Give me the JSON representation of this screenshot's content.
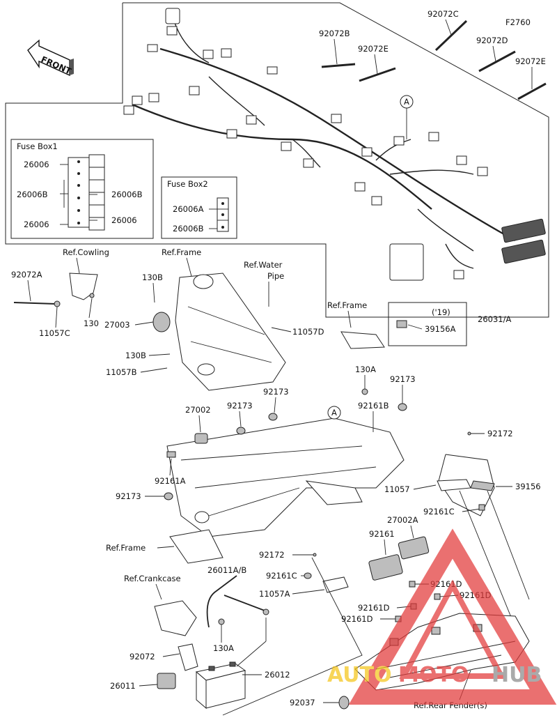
{
  "figure_code": "F2760",
  "front_label": "FRONT",
  "fuse_box1": {
    "title": "Fuse Box1",
    "labels": [
      "26006",
      "26006B",
      "26006B",
      "26006",
      "26006"
    ]
  },
  "fuse_box2": {
    "title": "Fuse Box2",
    "labels": [
      "26006A",
      "26006B"
    ]
  },
  "callouts": {
    "c92072C": "92072C",
    "c92072B": "92072B",
    "c92072E_a": "92072E",
    "c92072D": "92072D",
    "c92072E_b": "92072E",
    "marker_A1": "A",
    "c26031A": "26031/A",
    "ref_cowling": "Ref.Cowling",
    "ref_frame1": "Ref.Frame",
    "ref_water": "Ref.Water",
    "ref_pipe": "Pipe",
    "c92072A": "92072A",
    "c11057C": "11057C",
    "c130": "130",
    "c130B_a": "130B",
    "c27003": "27003",
    "c130B_b": "130B",
    "c11057B": "11057B",
    "c11057D": "11057D",
    "ref_frame2": "Ref.Frame",
    "year": "('19)",
    "c39156A": "39156A",
    "c130A_a": "130A",
    "c92173_a": "92173",
    "c92161B": "92161B",
    "c92173_b": "92173",
    "c27002": "27002",
    "c92173_c": "92173",
    "marker_A2": "A",
    "c92172_a": "92172",
    "c92161A": "92161A",
    "c92173_d": "92173",
    "c11057": "11057",
    "c39156": "39156",
    "c92161C_a": "92161C",
    "c27002A": "27002A",
    "ref_frame3": "Ref.Frame",
    "c92161": "92161",
    "c92172_b": "92172",
    "c92161C_b": "92161C",
    "c92161D_a": "92161D",
    "c92161D_b": "92161D",
    "c11057A": "11057A",
    "c92161D_c": "92161D",
    "c92161D_d": "92161D",
    "ref_crankcase": "Ref.Crankcase",
    "c26011AB": "26011A/B",
    "c130A_b": "130A",
    "c92072": "92072",
    "c26012": "26012",
    "c26011": "26011",
    "c92037": "92037",
    "ref_rear_fender": "Ref.Rear Fender(s)"
  },
  "watermark": {
    "text_a": "AUTO",
    "text_b": "MOTO",
    "text_c": "HUB",
    "colors": {
      "red": "#e23a3a",
      "yellow": "#f4c51a",
      "gray": "#8a8a8a"
    }
  }
}
